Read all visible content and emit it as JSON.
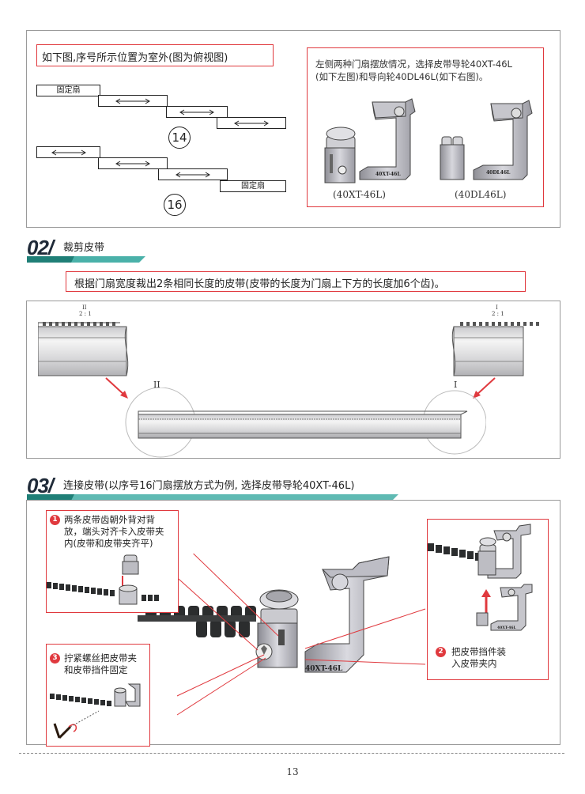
{
  "top_panel": {
    "caption": "如下图,序号所示位置为室外(图为俯视图)",
    "fixed_label_1": "固定扇",
    "fixed_label_2": "固定扇",
    "num_1": "14",
    "num_2": "16",
    "right_note_line1": "左侧两种门扇摆放情况，选择皮带导轮40XT-46L",
    "right_note_line2": "(如下左图)和导向轮40DL46L(如下右图)。",
    "part_left_label": "(40XT-46L)",
    "part_right_label": "(40DL46L)",
    "part_left_stamp": "40XT-46L",
    "part_right_stamp": "40DL46L"
  },
  "section2": {
    "number": "02/",
    "title": "裁剪皮带",
    "instruction": "根据门扇宽度裁出2条相同长度的皮带(皮带的长度为门扇上下方的长度加6个齿)。",
    "detail_left_top": "II",
    "detail_left_scale": "2 : 1",
    "detail_right_top": "I",
    "detail_right_scale": "2 : 1",
    "circle_left_label": "II",
    "circle_right_label": "I"
  },
  "section3": {
    "number": "03/",
    "title": "连接皮带(以序号16门扇摆放方式为例, 选择皮带导轮40XT-46L)",
    "step1_badge": "1",
    "step1_lines": [
      "两条皮带齿朝外背对背",
      "放，端头对齐卡入皮带夹",
      "内(皮带和皮带夹齐平)"
    ],
    "step2_badge": "2",
    "step2_lines": [
      "把皮带挡件装",
      "入皮带夹内"
    ],
    "step3_badge": "3",
    "step3_lines": [
      "拧紧螺丝把皮带夹",
      "和皮带挡件固定"
    ],
    "main_stamp": "40XT-46L",
    "small_stamp": "40XT-46L"
  },
  "footer": {
    "page_number": "13"
  },
  "colors": {
    "accent_red": "#e0393e",
    "teal": "#2aa39a",
    "section_dark": "#1f2a38"
  }
}
